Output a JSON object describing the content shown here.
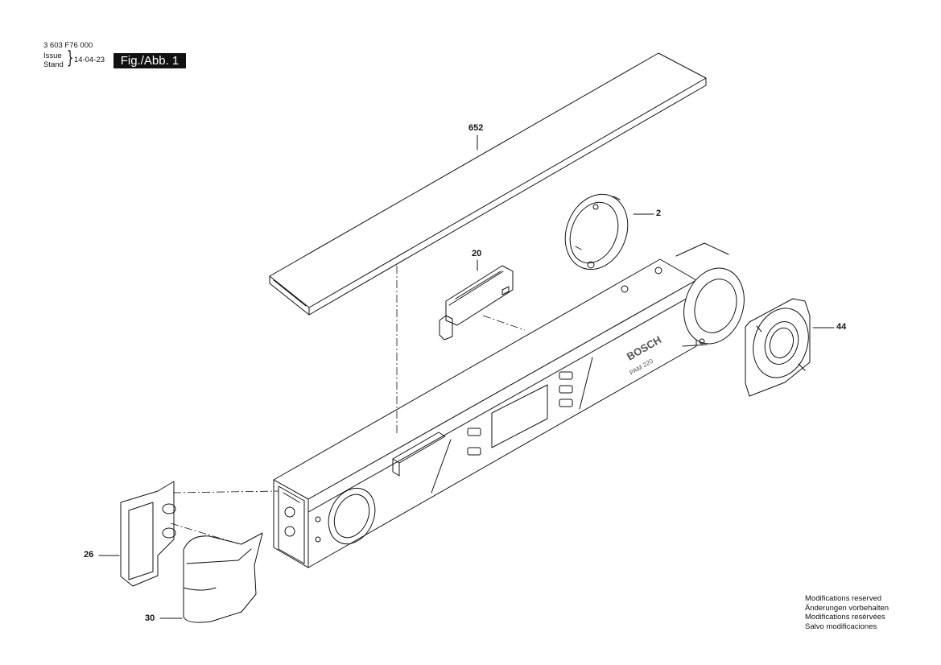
{
  "header": {
    "part_number": "3 603 F76 000",
    "issue_label": "Issue",
    "stand_label": "Stand",
    "brace": "}",
    "date": "14-04-23",
    "figure_label": "Fig./Abb. 1"
  },
  "callouts": {
    "c652": "652",
    "c2": "2",
    "c20": "20",
    "c44": "44",
    "c26": "26",
    "c30": "30"
  },
  "device_markings": {
    "brand": "BOSCH",
    "model": "PAM 220"
  },
  "notes": [
    "Modifications reserved",
    "Änderungen vorbehalten",
    "Modifications resérvées",
    "Salvo modificaciones"
  ]
}
